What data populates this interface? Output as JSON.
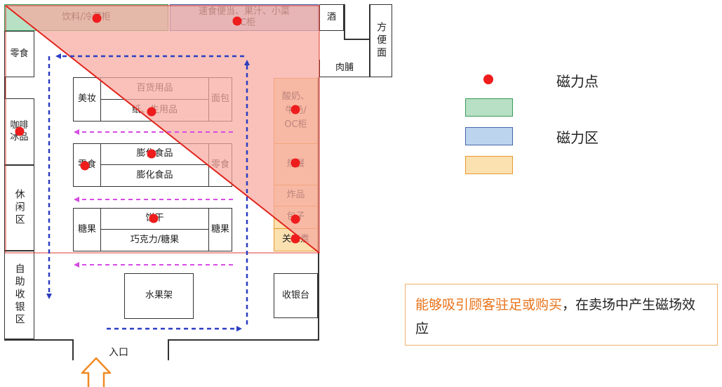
{
  "colors": {
    "magnetic_point": "#ee1c1c",
    "green_zone": "#b7e0c4",
    "blue_zone": "#bdd4ee",
    "orange_zone": "#fbe0b0",
    "triangle_fill": "#f7a9a0",
    "triangle_stroke": "#e0231c",
    "blue_path": "#2b3ec2",
    "magenta_path": "#d64ce3",
    "note_highlight": "#e8731a"
  },
  "top": {
    "drinks": "饮料/冷藏柜",
    "fastfood_line1": "速食便当、果汁、小菜",
    "fastfood_line2": "OC柜",
    "wine": "酒",
    "instant": "方便面",
    "meat": "肉脯"
  },
  "left": {
    "snacks": "零食",
    "coffee_line1": "咖啡",
    "coffee_line2": "冰品",
    "rest": "休闲区",
    "selfcheck": "自助收银区"
  },
  "shelves": {
    "row1": {
      "left": "美妆",
      "top": "百货用品",
      "bottom": "纸、生用品",
      "right": "面包"
    },
    "row2": {
      "left": "零食",
      "top": "膨化食品",
      "bottom": "膨化食品",
      "right": "零食"
    },
    "row3": {
      "left": "糖果",
      "top": "饼干",
      "bottom": "巧克力/糖果",
      "right": "糖果"
    }
  },
  "right": {
    "dairy_line1": "酸奶、",
    "dairy_line2": "牛奶/",
    "dairy_line3": "OC柜",
    "hotmeal": "热餐",
    "fried": "炸品",
    "buns": "包子",
    "oden": "关东煮"
  },
  "bottom": {
    "fruit": "水果架",
    "checkout": "收银台",
    "entrance": "入口"
  },
  "legend": {
    "point_label": "磁力点",
    "zone_label": "磁力区"
  },
  "note": {
    "highlight": "能够吸引顾客驻足或购买",
    "rest": "，在卖场中产生磁场效应"
  }
}
